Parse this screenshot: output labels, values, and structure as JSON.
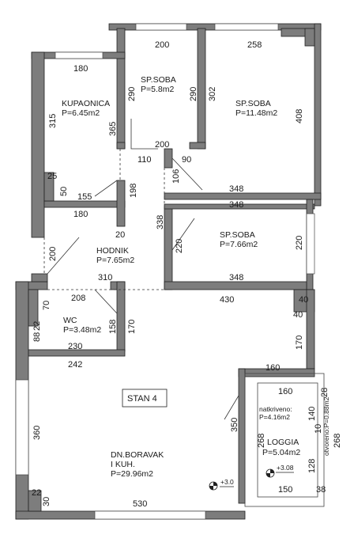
{
  "apartment": {
    "label": "STAN 4"
  },
  "rooms": {
    "kupaonica": {
      "name": "KUPAONICA",
      "area": "P=6.45m2"
    },
    "soba1": {
      "name": "SP.SOBA",
      "area": "P=5.8m2"
    },
    "soba2": {
      "name": "SP.SOBA",
      "area": "P=11.48m2"
    },
    "soba3": {
      "name": "SP.SOBA",
      "area": "P=7.66m2"
    },
    "hodnik": {
      "name": "HODNIK",
      "area": "P=7.65m2"
    },
    "wc": {
      "name": "WC",
      "area": "P=3.48m2"
    },
    "boravak": {
      "name1": "DN.BORAVAK",
      "name2": "I KUH.",
      "area": "P=29.96m2"
    },
    "loggia": {
      "name": "LOGGIA",
      "area": "P=5.04m2",
      "covered": "natkriveno:",
      "covered_area": "P=4.16m2",
      "open": "otvoreno:P=0.88m2"
    }
  },
  "levels": {
    "living": "+3.0",
    "loggia": "+3.08"
  },
  "dims": {
    "d200_top": "200",
    "d258": "258",
    "d180_top": "180",
    "d290a": "290",
    "d290b": "290",
    "d302": "302",
    "d408": "408",
    "d315": "315",
    "d365": "365",
    "d200_mid": "200",
    "d110": "110",
    "d90": "90",
    "d106": "106",
    "d25": "25",
    "d50": "50",
    "d155": "155",
    "d198": "198",
    "d348a": "348",
    "d180_mid": "180",
    "d348b": "348",
    "d338": "338",
    "d20": "20",
    "d200_left": "200",
    "d220a": "220",
    "d220b": "220",
    "d310": "310",
    "d348c": "348",
    "d70": "70",
    "d208": "208",
    "d430": "430",
    "d40a": "40",
    "d22a": "22",
    "d88": "88",
    "d158": "158",
    "d170a": "170",
    "d40b": "40",
    "d230": "230",
    "d242": "242",
    "d170b": "170",
    "d160a": "160",
    "d160b": "160",
    "d28": "28",
    "d140": "140",
    "d10": "10",
    "d350": "350",
    "d360": "360",
    "d268a": "268",
    "d268b": "268",
    "d128": "128",
    "d150": "150",
    "d38": "38",
    "d22b": "22",
    "d30": "30",
    "d530": "530"
  }
}
